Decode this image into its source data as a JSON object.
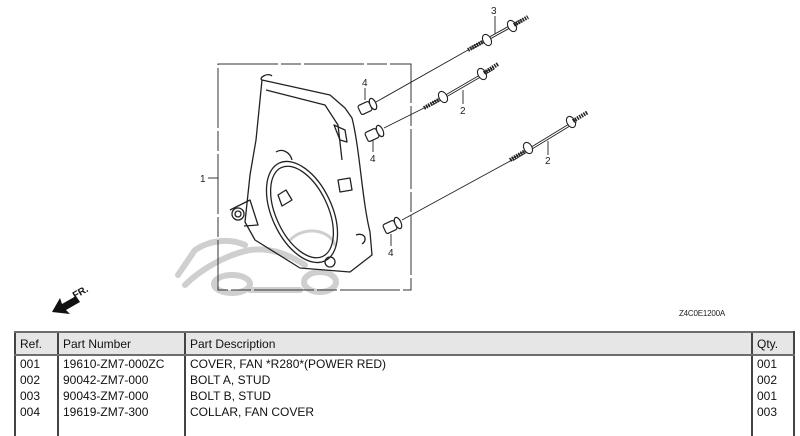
{
  "diagram": {
    "code": "Z4C0E1200A",
    "front_label": "FR.",
    "callouts": {
      "cover": "1",
      "bolt_a_upper": "2",
      "bolt_a_lower": "2",
      "bolt_b": "3",
      "collar_upper": "4",
      "collar_middle": "4",
      "collar_lower": "4"
    },
    "colors": {
      "line": "#222222",
      "watermark": "#c8c8c8"
    },
    "icons": {
      "front": "front-direction-arrow-icon"
    }
  },
  "table": {
    "headers": {
      "ref": "Ref.",
      "part_number": "Part Number",
      "description": "Part Description",
      "qty": "Qty."
    },
    "rows": [
      {
        "ref": "001",
        "part_number": "19610-ZM7-000ZC",
        "description": "COVER, FAN *R280*(POWER RED)",
        "qty": "001"
      },
      {
        "ref": "002",
        "part_number": "90042-ZM7-000",
        "description": "BOLT A, STUD",
        "qty": "002"
      },
      {
        "ref": "003",
        "part_number": "90043-ZM7-000",
        "description": "BOLT B, STUD",
        "qty": "001"
      },
      {
        "ref": "004",
        "part_number": "19619-ZM7-300",
        "description": "COLLAR, FAN COVER",
        "qty": "003"
      }
    ]
  }
}
